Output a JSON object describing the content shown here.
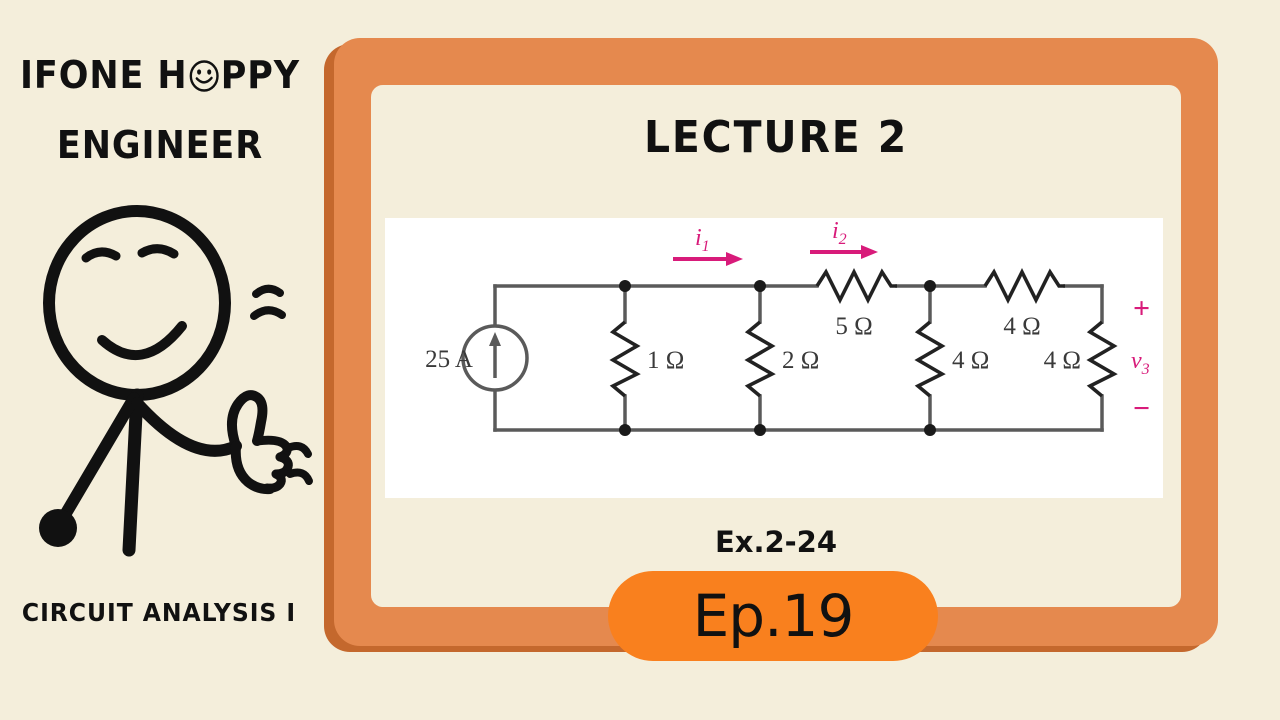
{
  "branding": {
    "line1_before": "IFONE H",
    "line1_after": "PPY",
    "smiley_icon": "smiley-face-icon",
    "line2": "ENGINEER",
    "course": "CIRCUIT ANALYSIS I",
    "mascot_icon": "stick-figure-thumbs-up-icon"
  },
  "slide": {
    "title": "LECTURE 2",
    "example_label": "Ex.2-24",
    "episode_label": "Ep.19"
  },
  "colors": {
    "background": "#f4eedb",
    "frame": "#e5894e",
    "frame_shadow": "#c4682d",
    "pill": "#f9801e",
    "panel": "#ffffff",
    "ink": "#111111",
    "annotation": "#d81b7a"
  },
  "circuit": {
    "source": {
      "label": "25 A",
      "type": "current-source-up"
    },
    "currents": [
      {
        "name": "i1",
        "label": "i",
        "sub": "1"
      },
      {
        "name": "i2",
        "label": "i",
        "sub": "2"
      }
    ],
    "voltage": {
      "label": "v",
      "sub": "3",
      "plus": "+",
      "minus": "−"
    },
    "resistors": [
      {
        "name": "r-1ohm",
        "label": "1 Ω",
        "orientation": "vertical"
      },
      {
        "name": "r-2ohm",
        "label": "2 Ω",
        "orientation": "vertical"
      },
      {
        "name": "r-5ohm",
        "label": "5 Ω",
        "orientation": "horizontal"
      },
      {
        "name": "r-4ohm-mid",
        "label": "4 Ω",
        "orientation": "vertical"
      },
      {
        "name": "r-4ohm-top",
        "label": "4 Ω",
        "orientation": "horizontal"
      },
      {
        "name": "r-4ohm-right",
        "label": "4 Ω",
        "orientation": "vertical"
      }
    ]
  }
}
